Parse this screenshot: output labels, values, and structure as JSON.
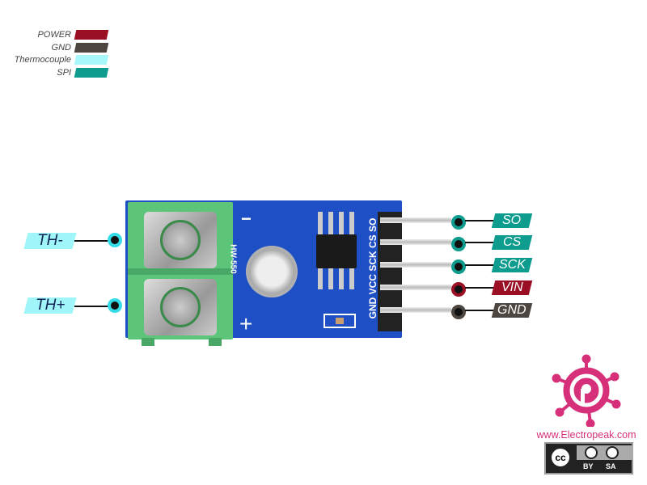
{
  "legend": [
    {
      "label": "POWER",
      "color": "#9b0f24"
    },
    {
      "label": "GND",
      "color": "#4d4640"
    },
    {
      "label": "Thermocouple",
      "color": "#a8f8fb"
    },
    {
      "label": "SPI",
      "color": "#0e9c8e"
    }
  ],
  "thermocouple_pins": [
    {
      "label": "TH-"
    },
    {
      "label": "TH+"
    }
  ],
  "header_pins": [
    {
      "label": "SO",
      "color": "#0e9c8e"
    },
    {
      "label": "CS",
      "color": "#0e9c8e"
    },
    {
      "label": "SCK",
      "color": "#0e9c8e"
    },
    {
      "label": "VIN",
      "color": "#9b0f24"
    },
    {
      "label": "GND",
      "color": "#4d4640"
    }
  ],
  "board": {
    "model": "HW-550",
    "silk_pins": "GND VCC SCK CS SO",
    "minus": "−",
    "plus": "+"
  },
  "brand": {
    "url": "www.Electropeak.com",
    "license": "CC BY SA",
    "by": "BY",
    "sa": "SA",
    "cc": "cc"
  }
}
